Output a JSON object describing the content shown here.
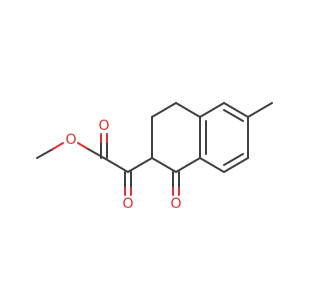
{
  "diagram": {
    "type": "chemical-structure",
    "colors": {
      "bond": "#404040",
      "oxygen": "#e03030",
      "background": "#ffffff"
    },
    "atoms": {
      "o_ester_carbonyl": "O",
      "o_ester_ether": "O",
      "o_keto": "O",
      "o_ring_ketone": "O"
    }
  }
}
